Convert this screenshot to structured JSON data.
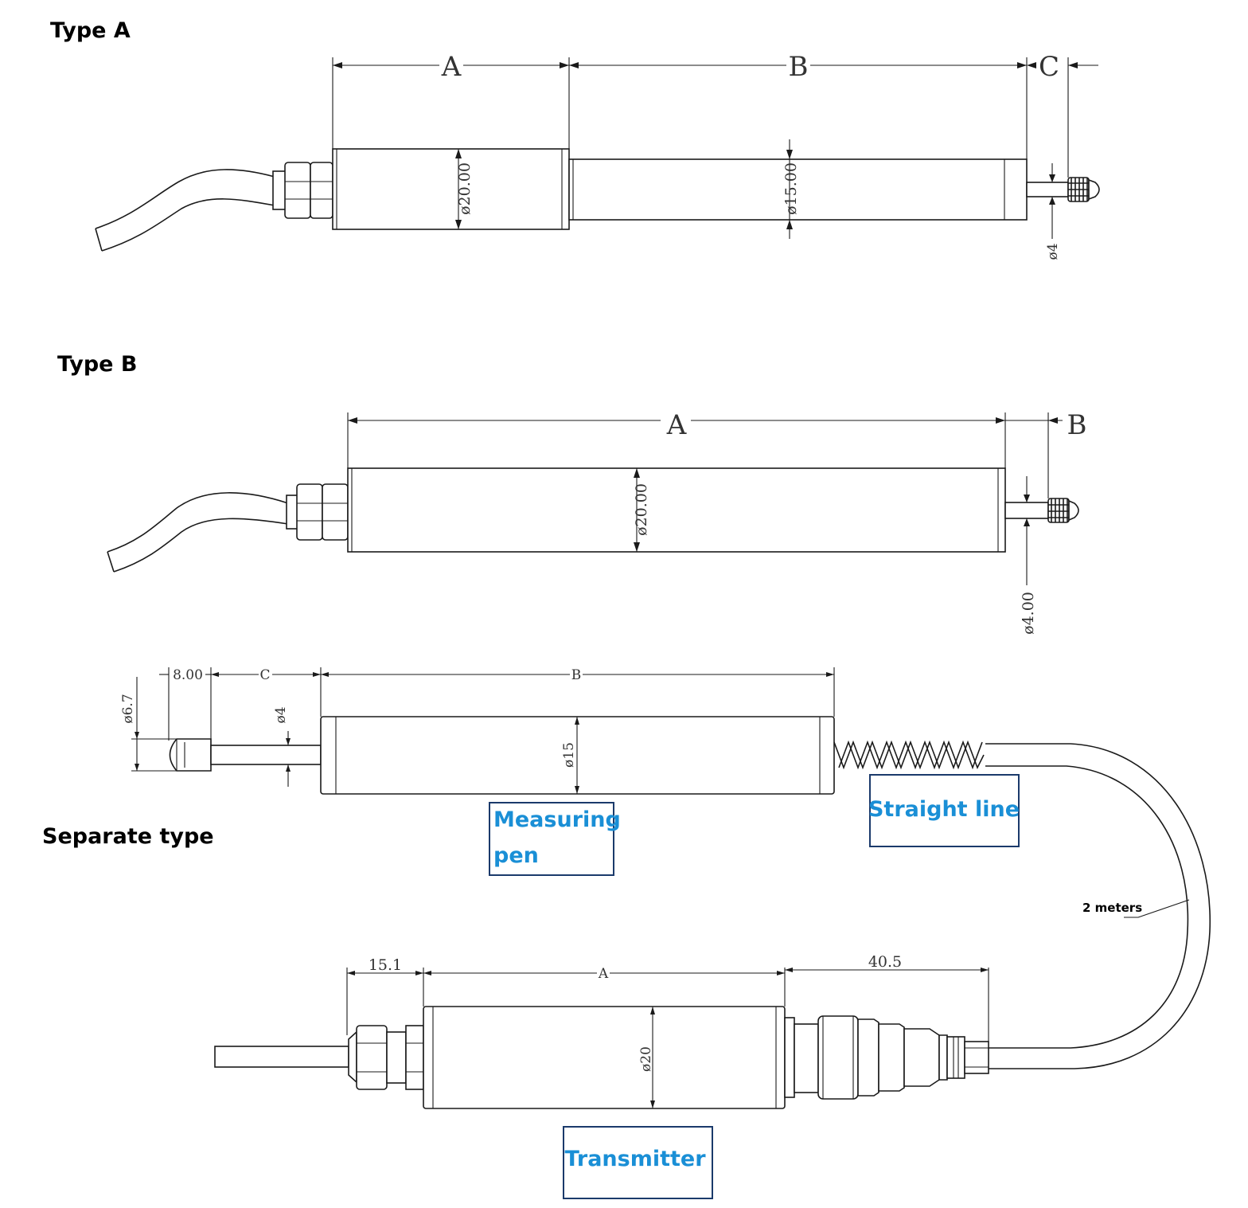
{
  "headings": {
    "type_a": "Type A",
    "type_b": "Type B",
    "separate": "Separate type"
  },
  "type_a_dims": {
    "a": "A",
    "b": "B",
    "c": "C",
    "d_body": "ø20.00",
    "d_rod": "ø15.00",
    "d_tip": "ø4"
  },
  "type_b_dims": {
    "a": "A",
    "b": "B",
    "d_body": "ø20.00",
    "d_tip": "ø4.00"
  },
  "separate_dims": {
    "tip_len": "8.00",
    "c": "C",
    "b": "B",
    "d_tip": "ø6.7",
    "d_rod": "ø4",
    "d_pen": "ø15",
    "gland": "15.1",
    "a": "A",
    "connector": "40.5",
    "d_tx": "ø20",
    "cable": "2 meters"
  },
  "labels": {
    "measuring_pen_line1": "Measuring",
    "measuring_pen_line2": "pen",
    "straight_line": "Straight line",
    "transmitter": "Transmitter"
  },
  "colors": {
    "label_text": "#1a8fd6",
    "label_border": "#1b3a6b",
    "drawing": "#1a1a1a"
  }
}
